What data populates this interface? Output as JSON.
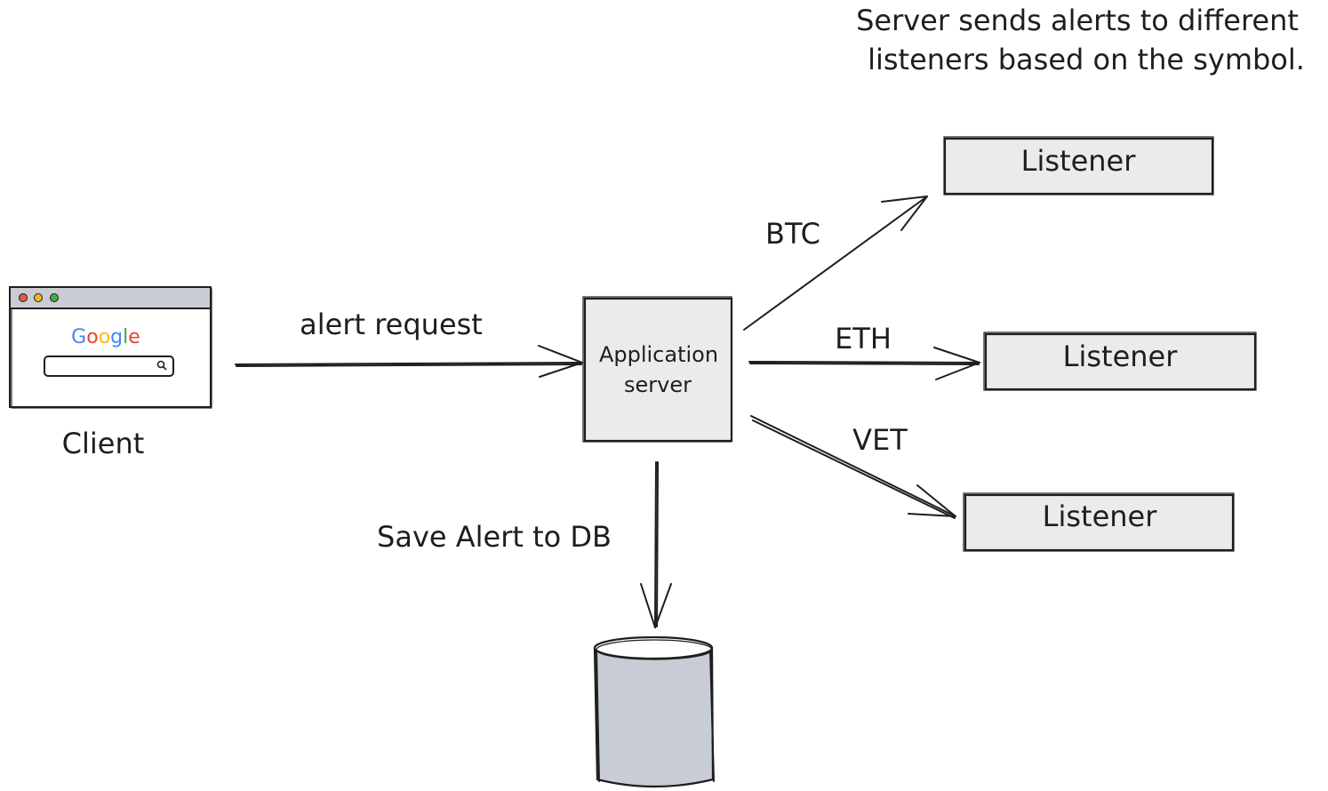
{
  "diagram": {
    "note": {
      "line1": "Server sends alerts to different",
      "line2": "listeners based on the symbol."
    },
    "client": {
      "label": "Client",
      "browser_logo": "Google"
    },
    "edges": {
      "alert_request": "alert request",
      "save_alert": "Save Alert to DB",
      "btc": "BTC",
      "eth": "ETH",
      "vet": "VET"
    },
    "app_server": {
      "line1": "Application",
      "line2": "server"
    },
    "listeners": [
      {
        "label": "Listener"
      },
      {
        "label": "Listener"
      },
      {
        "label": "Listener"
      }
    ]
  },
  "colors": {
    "ink": "#1e1e1e",
    "box_fill": "#ebebeb",
    "db_fill": "#c8ccd4",
    "browser_bar": "#c9cdd3",
    "dot_red": "#e05a4f",
    "dot_yellow": "#f0b429",
    "dot_green": "#3fae49",
    "google_blue": "#4285f4",
    "google_red": "#ea4335",
    "google_yellow": "#fbbc05",
    "google_green": "#34a853"
  }
}
